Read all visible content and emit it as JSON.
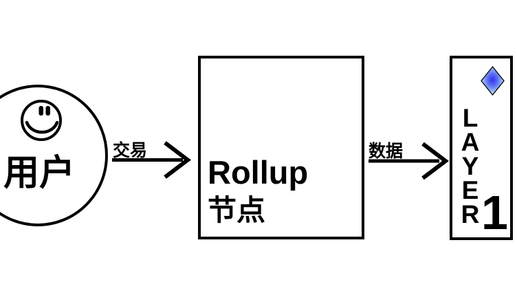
{
  "diagram": {
    "user": {
      "label": "用户",
      "icon": "smiley-face-icon"
    },
    "transaction_arrow": {
      "label": "交易"
    },
    "rollup_node": {
      "title": "Rollup",
      "subtitle": "节点"
    },
    "data_arrow": {
      "label": "数据"
    },
    "layer1": {
      "vertical_label": "LAYER",
      "number": "1",
      "icon": "eth-diamond-icon",
      "diamond_gradient": [
        "#352ff0",
        "#5b6ef3",
        "#9fc2f8",
        "#d2e9fd"
      ]
    },
    "colors": {
      "ink": "#000000",
      "background": "#ffffff"
    }
  }
}
